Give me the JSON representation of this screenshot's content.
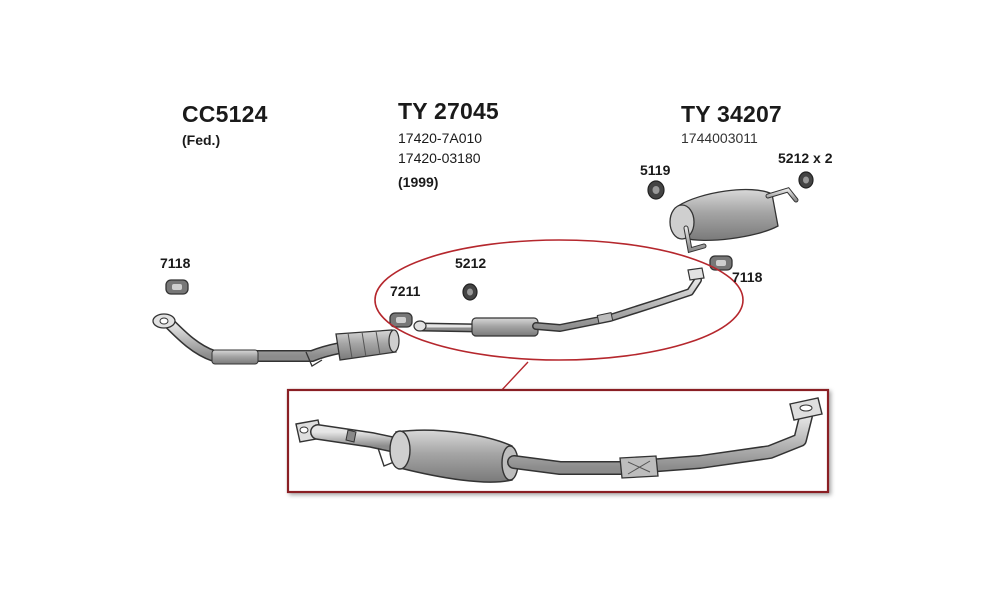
{
  "groups": [
    {
      "title": "CC5124",
      "lines": [
        "(Fed.)"
      ]
    },
    {
      "title": "TY 27045",
      "lines": [
        "17420-7A010",
        "17420-03180",
        "(1999)"
      ]
    },
    {
      "title": "TY 34207",
      "lines": [
        "1744003011"
      ]
    }
  ],
  "parts": {
    "p7118_left": "7118",
    "p7211": "7211",
    "p5212": "5212",
    "p5119": "5119",
    "p5212x2": "5212 x 2",
    "p7118_right": "7118"
  },
  "colors": {
    "highlight": "#b5272d",
    "metal": "#a8a8a8",
    "outline": "#333333",
    "rubber": "#555555"
  }
}
